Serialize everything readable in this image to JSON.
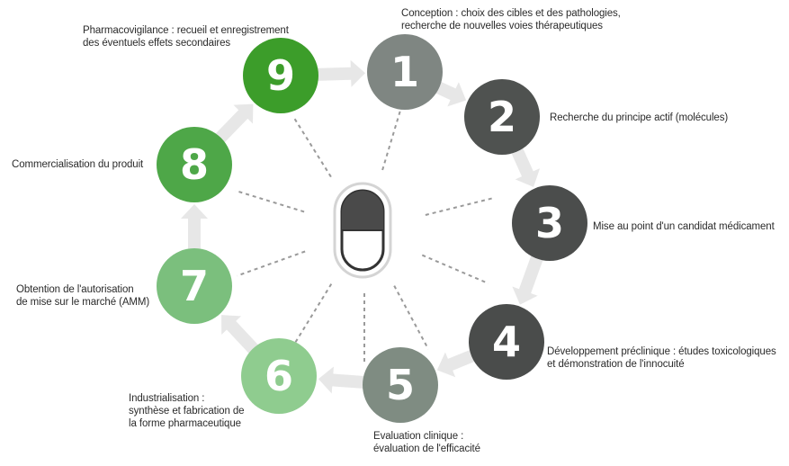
{
  "steps": [
    {
      "number": "9",
      "color": "#3c9d2a",
      "lines": [
        "Pharmacovigilance : recueil et enregistrement",
        "des éventuels effets secondaires"
      ]
    },
    {
      "number": "1",
      "color": "#7f8682",
      "lines": [
        "Conception : choix des cibles et des pathologies,",
        "recherche de nouvelles voies thérapeutiques"
      ]
    },
    {
      "number": "2",
      "color": "#4f5250",
      "lines": [
        "Recherche du principe actif (molécules)"
      ]
    },
    {
      "number": "3",
      "color": "#4b4d4c",
      "lines": [
        "Mise au point d'un candidat médicament"
      ]
    },
    {
      "number": "4",
      "color": "#4a4c4b",
      "lines": [
        "Développement préclinique : études toxicologiques",
        "et démonstration de l'innocuité"
      ]
    },
    {
      "number": "5",
      "color": "#7f8c82",
      "lines": [
        "Evaluation clinique :",
        "évaluation de l'efficacité"
      ]
    },
    {
      "number": "6",
      "color": "#8fcc8f",
      "lines": [
        "Industrialisation :",
        "synthèse et fabrication de",
        "la forme pharmaceutique"
      ]
    },
    {
      "number": "7",
      "color": "#7bbf7d",
      "lines": [
        "Obtention de l'autorisation",
        "de mise sur le marché (AMM)"
      ]
    },
    {
      "number": "8",
      "color": "#4ea748",
      "lines": [
        "Commercialisation du produit"
      ]
    }
  ],
  "center": {
    "icon": "pill-capsule-icon"
  },
  "colors": {
    "arrow": "#e7e7e7",
    "dash": "#9a9a9a",
    "text": "#2b2b2b"
  }
}
